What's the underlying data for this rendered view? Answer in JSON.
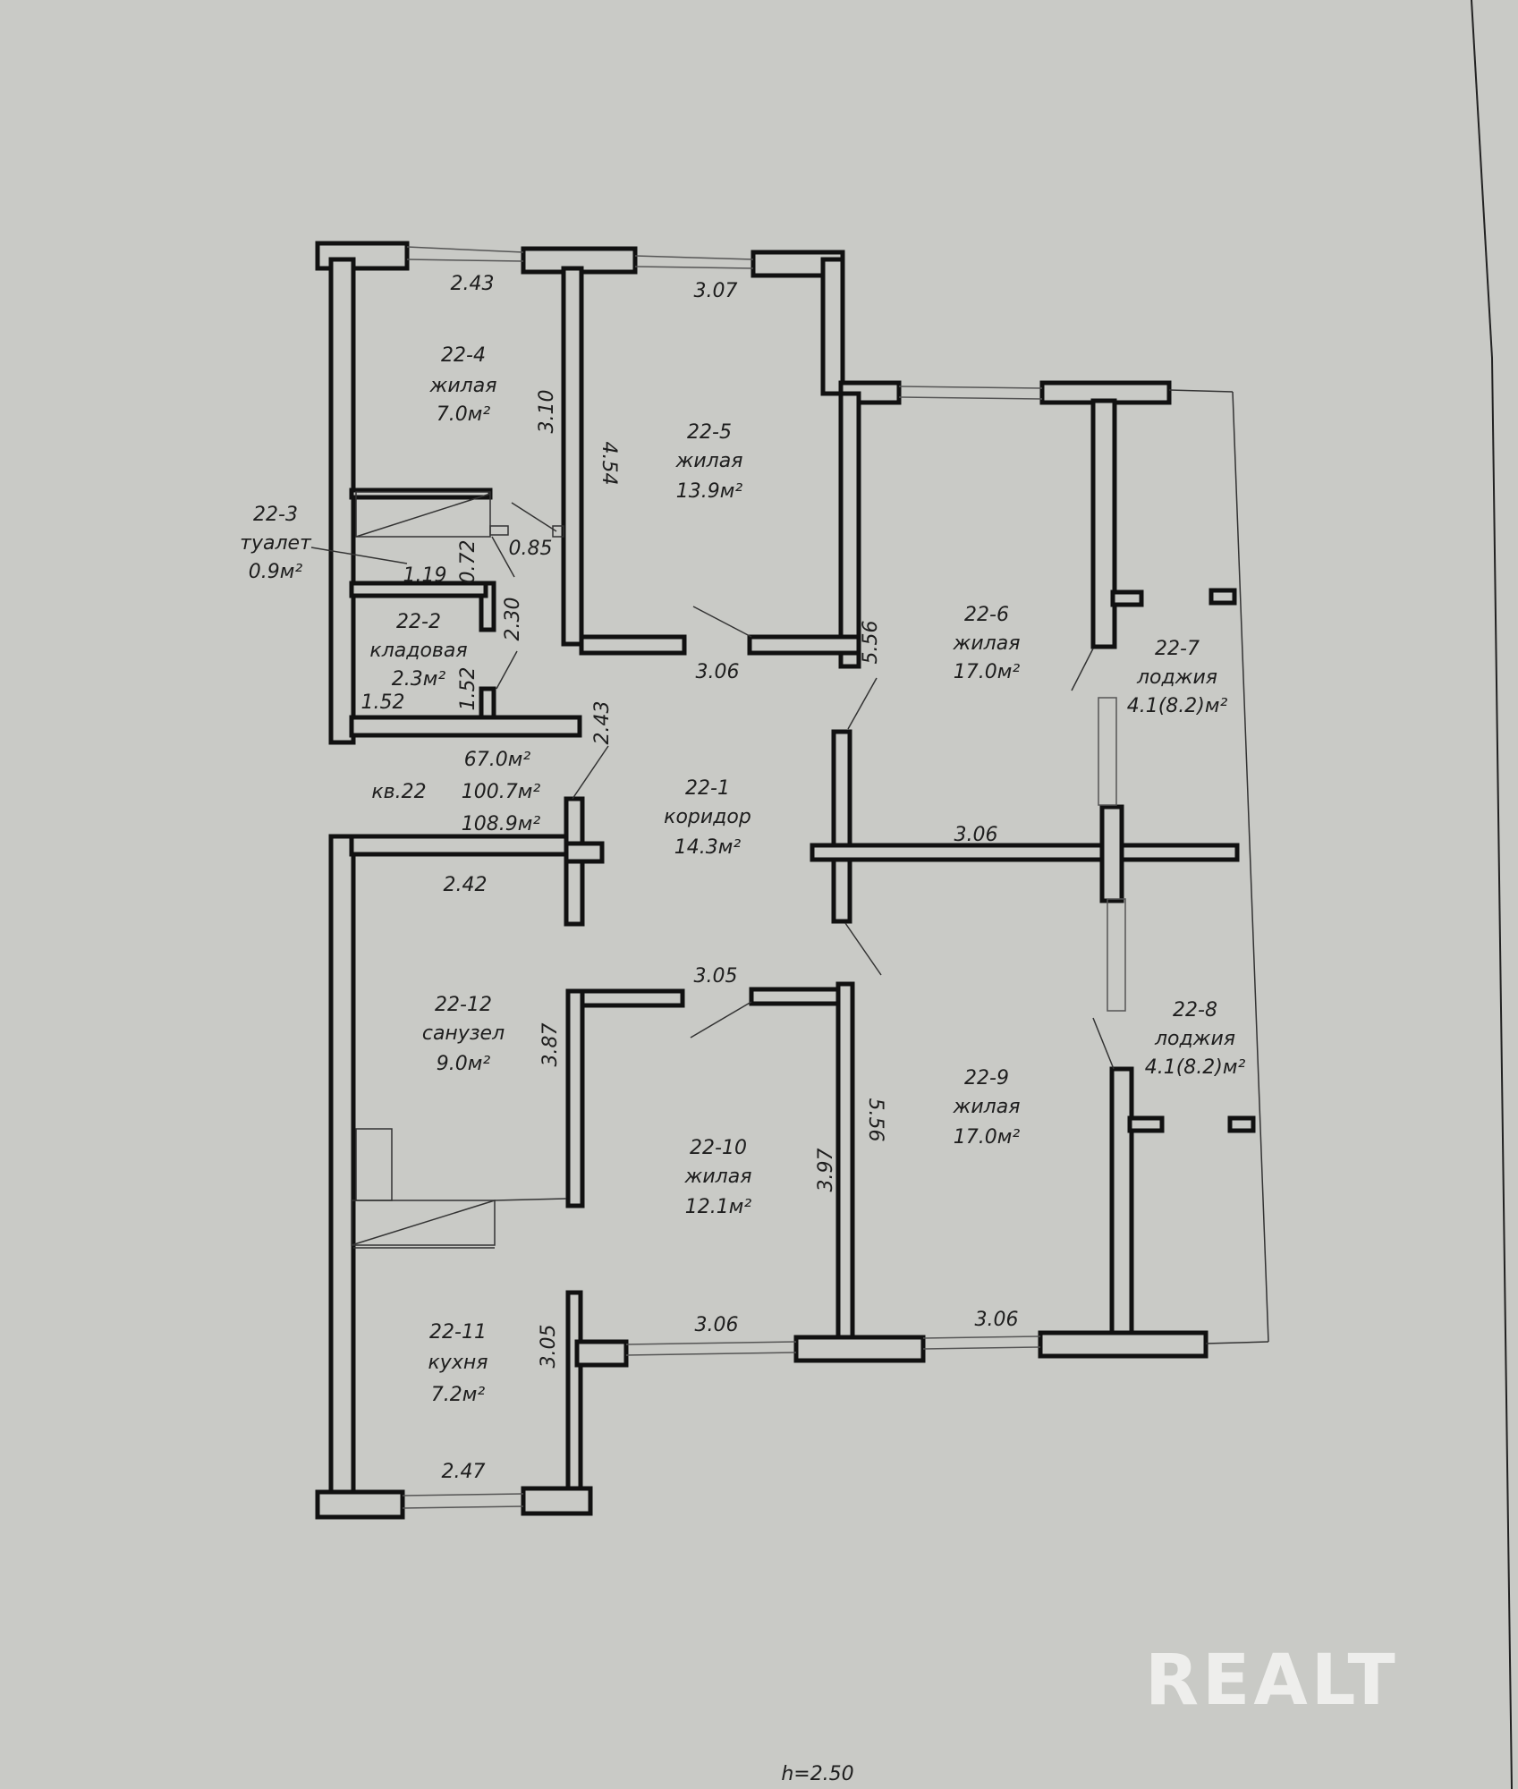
{
  "apartment": {
    "label": "кв.22",
    "areas": [
      "67.0м²",
      "100.7м²",
      "108.9м²"
    ]
  },
  "rooms": [
    {
      "id": "22-1",
      "type": "коридор",
      "area": "14.3м²"
    },
    {
      "id": "22-2",
      "type": "кладовая",
      "area": "2.3м²"
    },
    {
      "id": "22-3",
      "type": "туалет",
      "area": "0.9м²"
    },
    {
      "id": "22-4",
      "type": "жилая",
      "area": "7.0м²"
    },
    {
      "id": "22-5",
      "type": "жилая",
      "area": "13.9м²"
    },
    {
      "id": "22-6",
      "type": "жилая",
      "area": "17.0м²"
    },
    {
      "id": "22-7",
      "type": "лоджия",
      "area": "4.1(8.2)м²"
    },
    {
      "id": "22-8",
      "type": "лоджия",
      "area": "4.1(8.2)м²"
    },
    {
      "id": "22-9",
      "type": "жилая",
      "area": "17.0м²"
    },
    {
      "id": "22-10",
      "type": "жилая",
      "area": "12.1м²"
    },
    {
      "id": "22-11",
      "type": "кухня",
      "area": "7.2м²"
    },
    {
      "id": "22-12",
      "type": "санузел",
      "area": "9.0м²"
    }
  ],
  "dimensions": {
    "d243_top": "2.43",
    "d307": "3.07",
    "d310": "3.10",
    "d454": "4.54",
    "d085": "0.85",
    "d072": "0.72",
    "d119": "1.19",
    "d230": "2.30",
    "d152a": "1.52",
    "d152b": "1.52",
    "d306_mid": "3.06",
    "d556_top": "5.56",
    "d243_mid": "2.43",
    "d306_right": "3.06",
    "d242": "2.42",
    "d305": "3.05",
    "d387": "3.87",
    "d397": "3.97",
    "d556_bot": "5.56",
    "d305_kitchen": "3.05",
    "d306_bot1": "3.06",
    "d306_bot2": "3.06",
    "d247": "2.47"
  },
  "ceiling_height": "h=2.50",
  "watermark": "REALT"
}
